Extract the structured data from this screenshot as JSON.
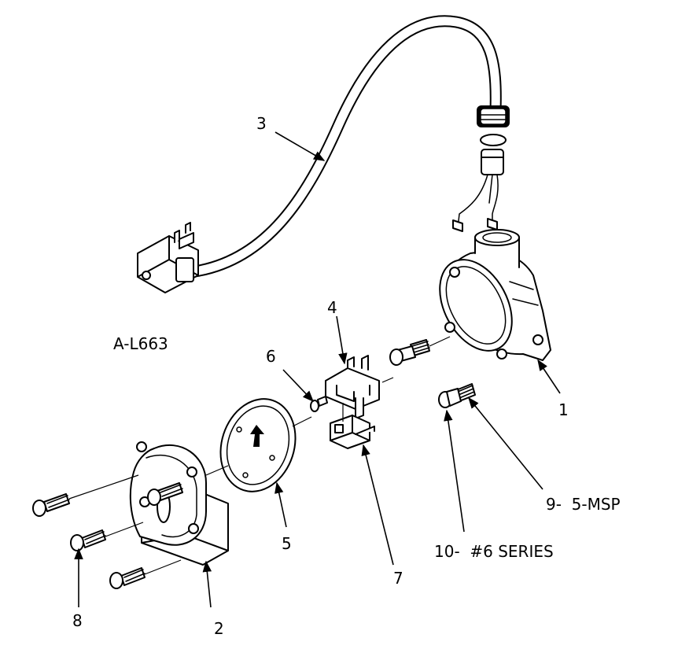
{
  "drawing": {
    "model": "A-L663",
    "callouts": [
      {
        "id": "1",
        "text": "1"
      },
      {
        "id": "2",
        "text": "2"
      },
      {
        "id": "3",
        "text": "3"
      },
      {
        "id": "4",
        "text": "4"
      },
      {
        "id": "5",
        "text": "5"
      },
      {
        "id": "6",
        "text": "6"
      },
      {
        "id": "7",
        "text": "7"
      },
      {
        "id": "8",
        "text": "8"
      },
      {
        "id": "9",
        "text": "9-  5-MSP"
      },
      {
        "id": "10",
        "text": "10-  #6 SERIES"
      }
    ]
  }
}
